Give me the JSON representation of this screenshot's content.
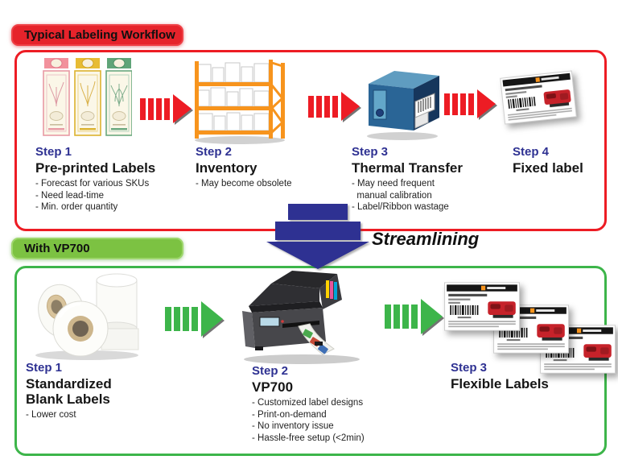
{
  "colors": {
    "workflow_red": "#ed1c24",
    "badge_red": "#e6232b",
    "workflow_green": "#3db54a",
    "badge_green": "#7cc242",
    "step_heading_blue": "#2e3192",
    "streamline_arrow_blue": "#2e3192",
    "text_black": "#1a1a1a"
  },
  "top_section": {
    "badge": "Typical Labeling Workflow",
    "icons": [
      "pre-printed-labels-illustration",
      "inventory-rack-illustration",
      "thermal-transfer-printer-illustration",
      "fixed-label-illustration",
      "red-flow-arrow"
    ],
    "steps": [
      {
        "step": "Step 1",
        "title": "Pre-printed Labels",
        "bullets": [
          "- Forecast for various SKUs",
          "- Need lead-time",
          "- Min. order quantity"
        ]
      },
      {
        "step": "Step 2",
        "title": "Inventory",
        "bullets": [
          "- May become obsolete"
        ]
      },
      {
        "step": "Step 3",
        "title": "Thermal Transfer",
        "bullets": [
          "- May need frequent\n  manual calibration",
          "- Label/Ribbon wastage"
        ]
      },
      {
        "step": "Step 4",
        "title": "Fixed label",
        "bullets": []
      }
    ]
  },
  "transition": {
    "label": "Streamlining",
    "icon": "blue-down-arrow"
  },
  "bottom_section": {
    "badge": "With VP700",
    "icons": [
      "blank-label-rolls-illustration",
      "vp700-printer-illustration",
      "flexible-labels-illustration",
      "green-flow-arrow"
    ],
    "steps": [
      {
        "step": "Step 1",
        "title": "Standardized\nBlank Labels",
        "bullets": [
          "- Lower cost"
        ]
      },
      {
        "step": "Step 2",
        "title": "VP700",
        "bullets": [
          "- Customized label designs",
          "- Print-on-demand",
          "- No inventory issue",
          "- Hassle-free setup (<2min)"
        ]
      },
      {
        "step": "Step 3",
        "title": "Flexible Labels",
        "bullets": []
      }
    ]
  }
}
